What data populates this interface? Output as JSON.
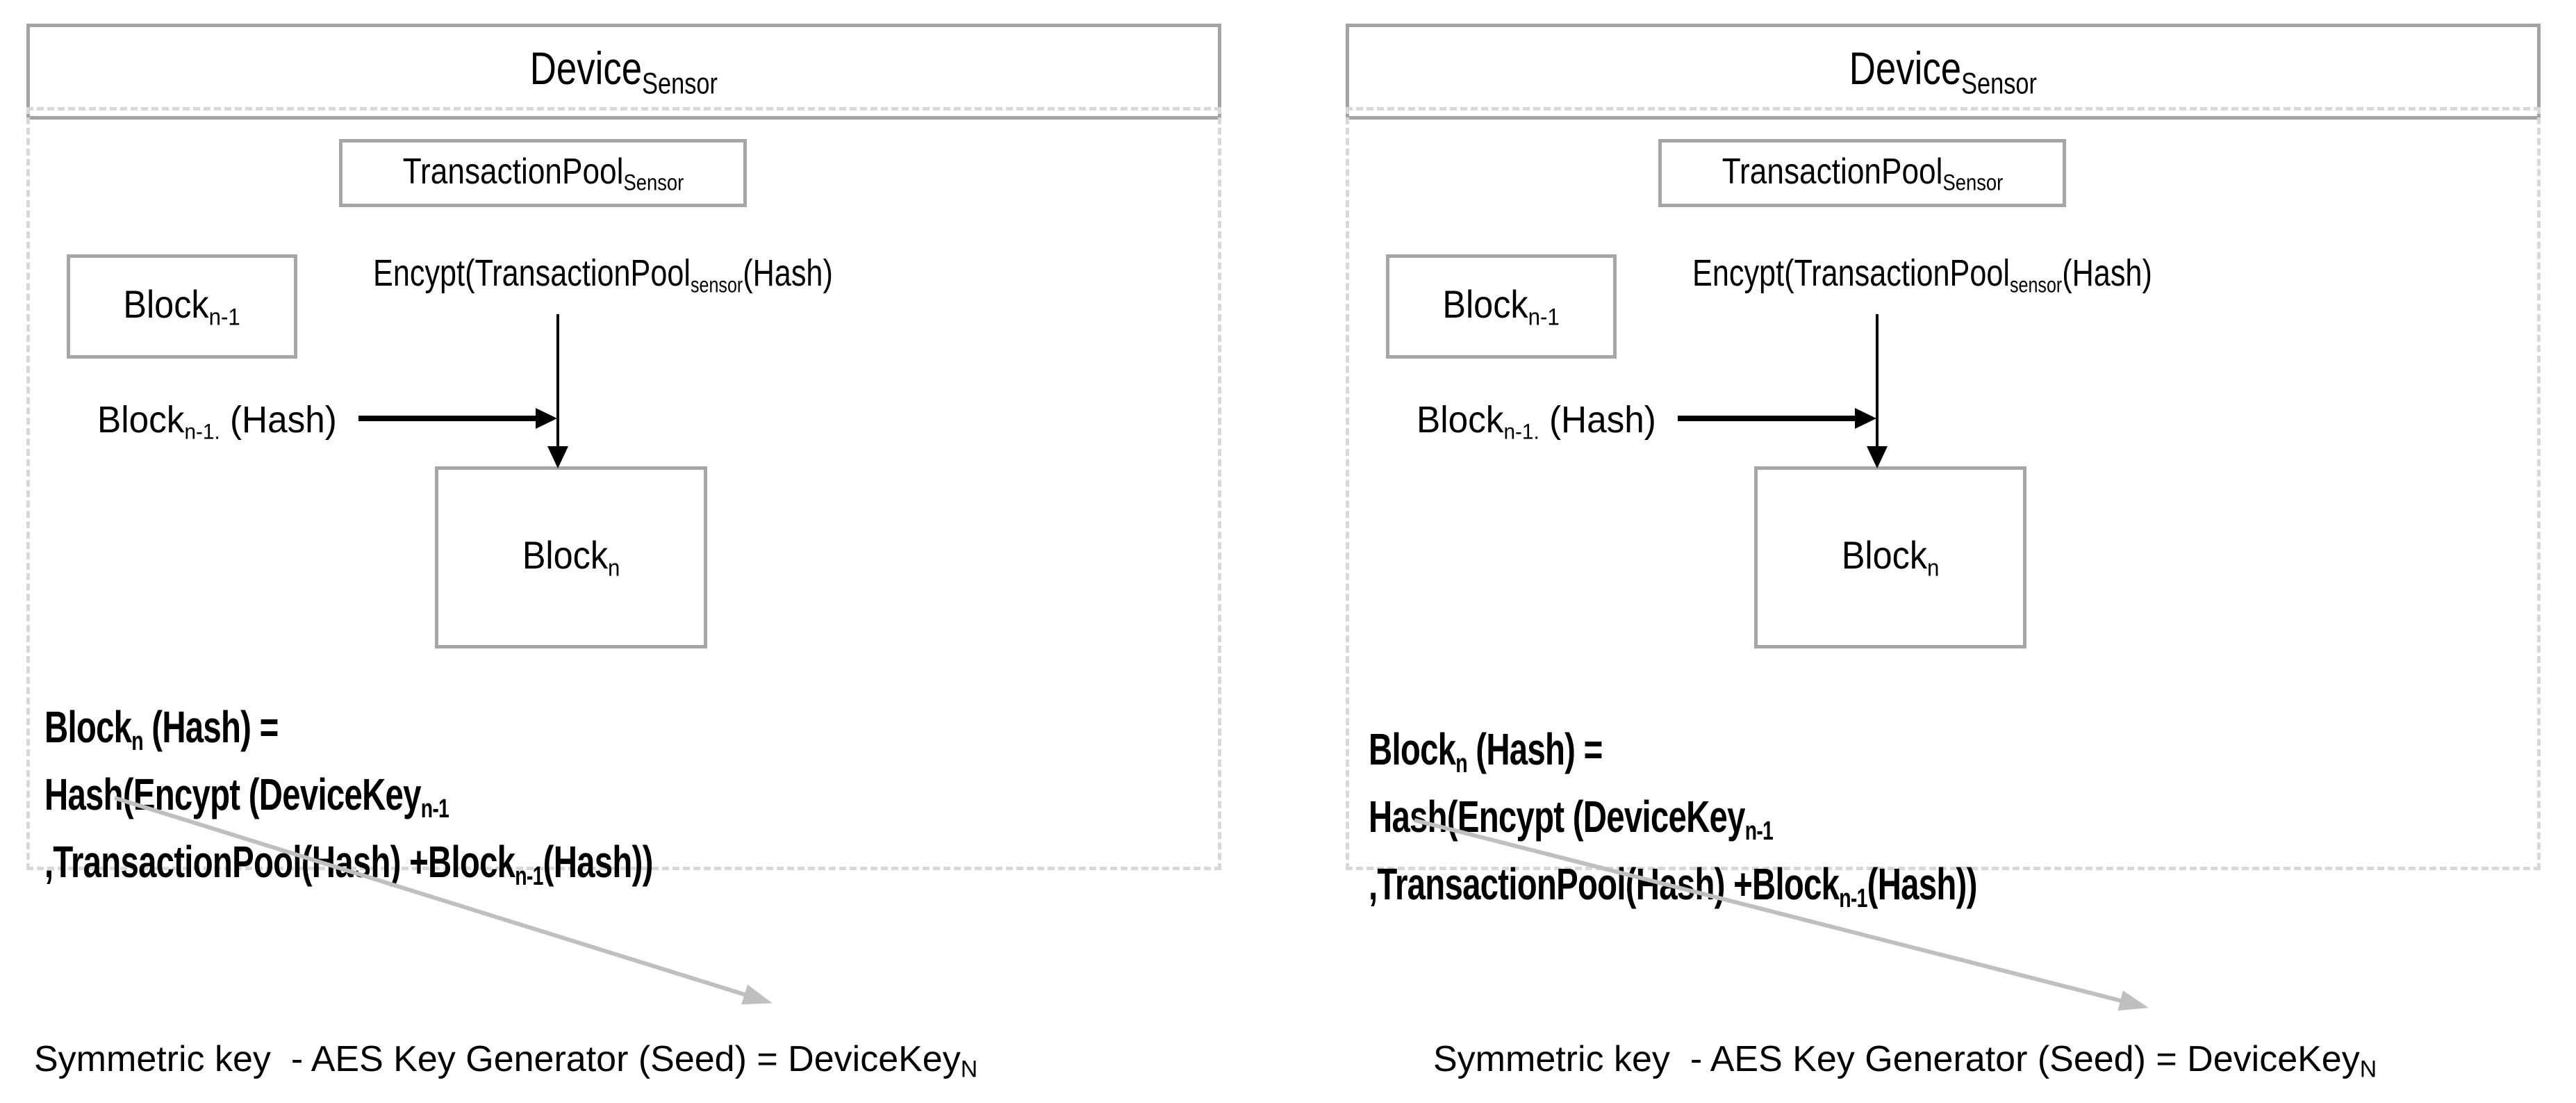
{
  "colors": {
    "box_border": "#a6a6a6",
    "dashed_border": "#d8d8d8",
    "black_arrow": "#000000",
    "gray_arrow": "#bfbfbf",
    "text": "#000000",
    "background": "#ffffff"
  },
  "panels": [
    {
      "device": {
        "base": "Device",
        "sub": "Sensor"
      },
      "transaction_pool": {
        "base": "TransactionPool",
        "sub": "Sensor"
      },
      "block_prev": {
        "base": "Block",
        "sub": "n-1"
      },
      "encrypt_label": {
        "p1": "Encypt(TransactionPool",
        "sub": "sensor",
        "p2": "(Hash)"
      },
      "prev_hash_label": {
        "p1": "Block",
        "sub": "n-1.",
        "p2": " (Hash)"
      },
      "block_n": {
        "base": "Block",
        "sub": "n"
      },
      "formula": {
        "l1p1": "Block",
        "l1sub": "n",
        "l1p2": " (Hash) =",
        "l2p1": "Hash(Encypt (DeviceKey",
        "l2sub1": "n-1",
        "l2p2": ",TransactionPool(Hash) +Block",
        "l2sub2": "n-1",
        "l2p3": "(Hash))"
      },
      "symmetric": {
        "p1": "Symmetric key  - AES Key Generator (Seed) = DeviceKey",
        "sub": "N"
      }
    },
    {
      "device": {
        "base": "Device",
        "sub": "Sensor"
      },
      "transaction_pool": {
        "base": "TransactionPool",
        "sub": "Sensor"
      },
      "block_prev": {
        "base": "Block",
        "sub": "n-1"
      },
      "encrypt_label": {
        "p1": "Encypt(TransactionPool",
        "sub": "sensor",
        "p2": "(Hash)"
      },
      "prev_hash_label": {
        "p1": "Block",
        "sub": "n-1.",
        "p2": " (Hash)"
      },
      "block_n": {
        "base": "Block",
        "sub": "n"
      },
      "formula": {
        "l1p1": "Block",
        "l1sub": "n",
        "l1p2": " (Hash) =",
        "l2p1": "Hash(Encypt (DeviceKey",
        "l2sub1": "n-1",
        "l2p2": ",TransactionPool(Hash) +Block",
        "l2sub2": "n-1",
        "l2p3": "(Hash))"
      },
      "symmetric": {
        "p1": "Symmetric key  - AES Key Generator (Seed) = DeviceKey",
        "sub": "N"
      }
    }
  ]
}
